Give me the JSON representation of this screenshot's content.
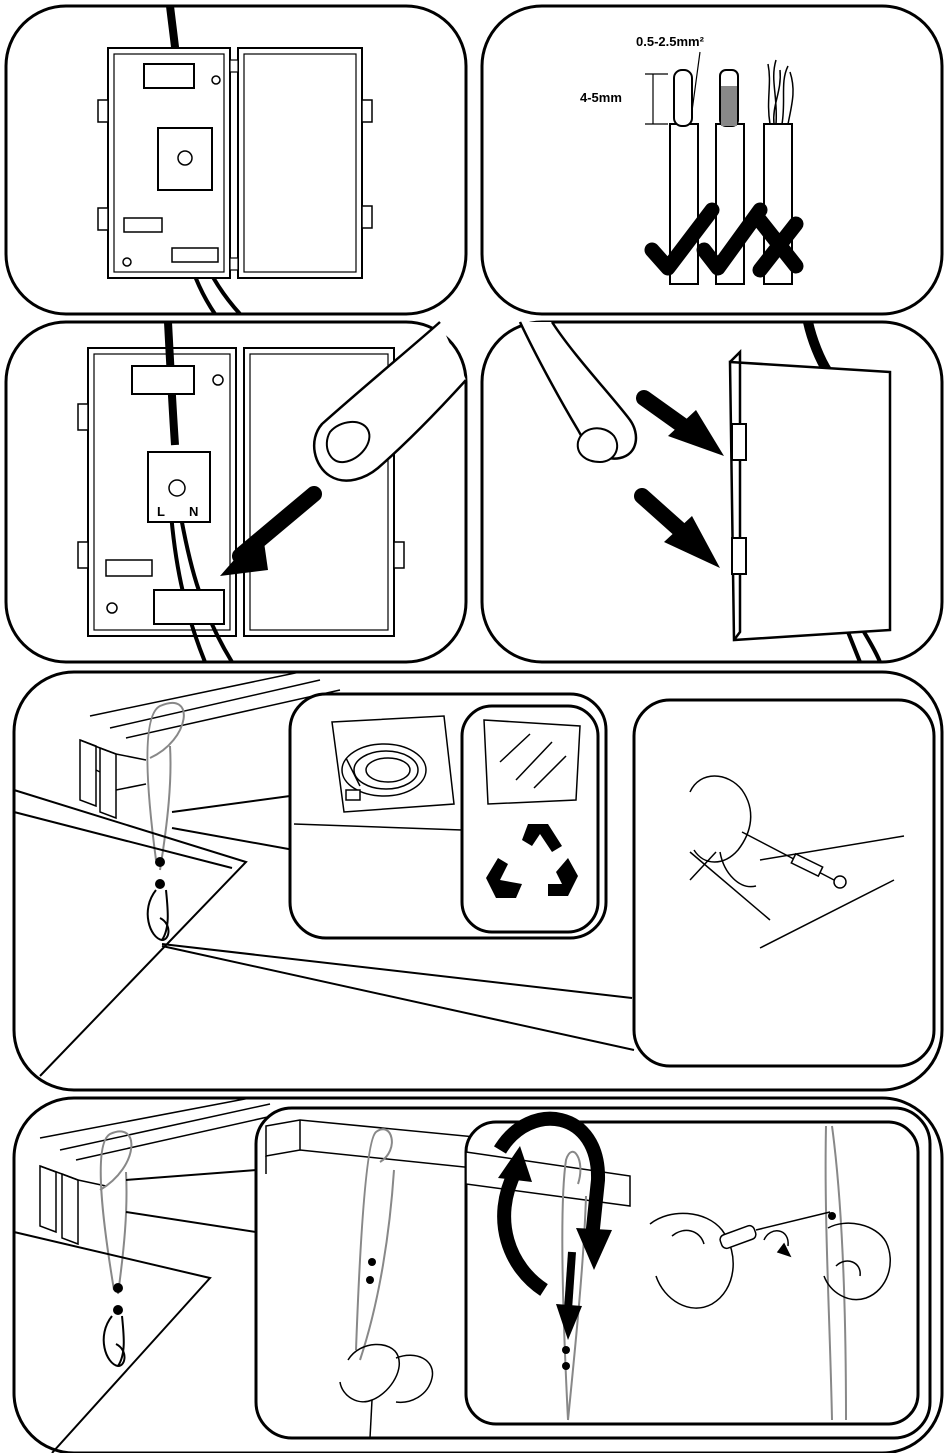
{
  "panels": {
    "wire_spec": {
      "cross_section_label": "0.5-2.5mm²",
      "strip_length_label": "4-5mm",
      "verdicts": [
        "check-icon",
        "check-icon",
        "cross-icon"
      ]
    },
    "terminal": {
      "live_label": "L",
      "neutral_label": "N"
    }
  },
  "colors": {
    "ink": "#000000",
    "paper": "#ffffff",
    "wire_grey": "#888888"
  }
}
